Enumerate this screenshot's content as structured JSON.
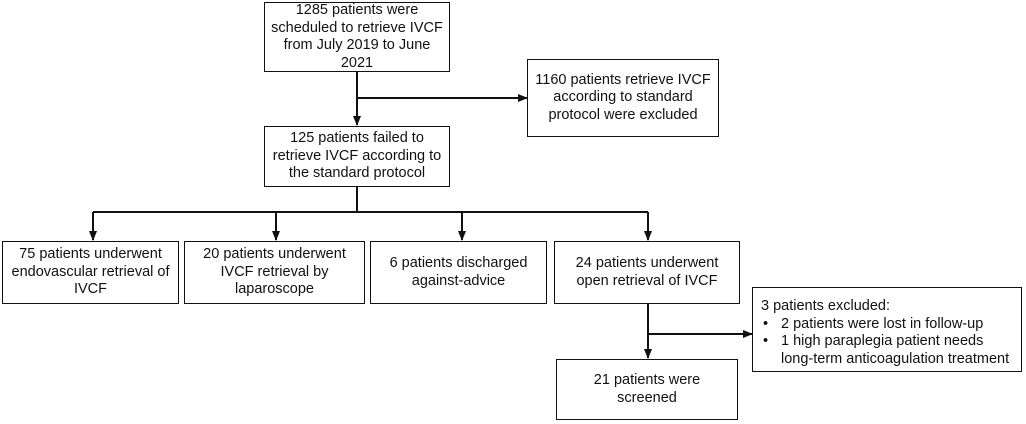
{
  "flowchart": {
    "start": "1285 patients were scheduled to retrieve IVCF from July 2019 to June 2021",
    "excluded_standard": "1160 patients retrieve IVCF according to standard protocol were excluded",
    "failed": "125 patients failed to retrieve IVCF according to the standard protocol",
    "branches": [
      "75 patients underwent endovascular retrieval of IVCF",
      "20 patients underwent IVCF retrieval by laparoscope",
      "6 patients discharged against-advice",
      "24 patients underwent open retrieval of IVCF"
    ],
    "excluded_open": {
      "heading": "3 patients excluded:",
      "items": [
        "2 patients were lost in follow-up",
        "1 high paraplegia patient needs long-term anticoagulation treatment"
      ],
      "bullet": "•"
    },
    "screened": "21 patients were screened"
  },
  "colors": {
    "line": "#111111",
    "background": "#ffffff"
  }
}
